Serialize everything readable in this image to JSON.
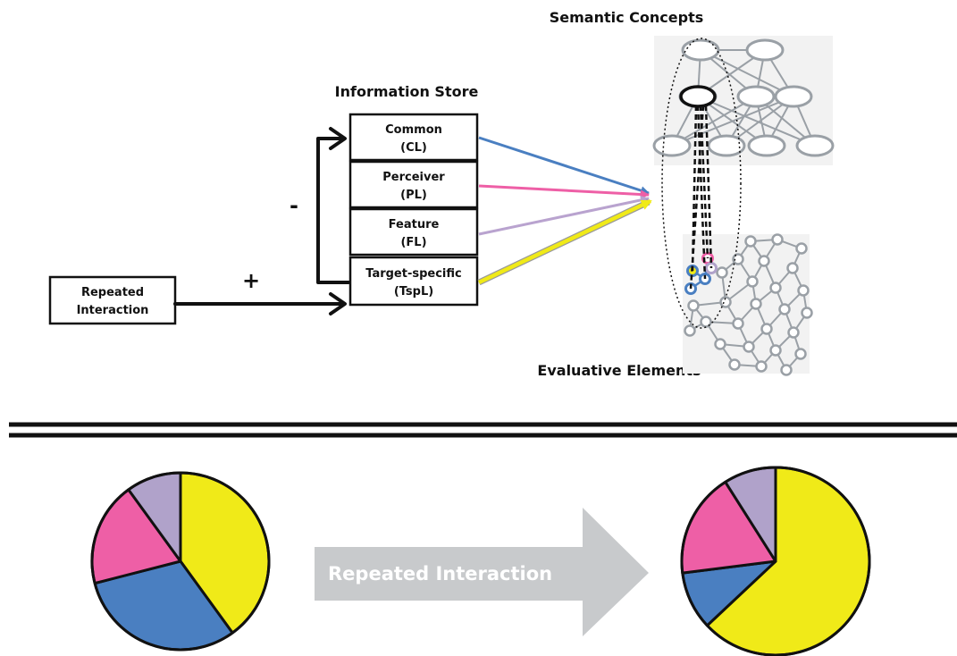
{
  "titles": {
    "information_store": "Information Store",
    "semantic_concepts": "Semantic Concepts",
    "evaluative_elements": "Evaluative Elements"
  },
  "repeated_interaction_box": {
    "line1": "Repeated",
    "line2": "Interaction"
  },
  "signs": {
    "plus": "+",
    "minus": "-"
  },
  "store_boxes": [
    {
      "line1": "Common",
      "line2": "(CL)",
      "color": "#4a7fc1"
    },
    {
      "line1": "Perceiver",
      "line2": "(PL)",
      "color": "#ee5fa6"
    },
    {
      "line1": "Feature",
      "line2": "(FL)",
      "color": "#b9a3cf"
    },
    {
      "line1": "Target-specific",
      "line2": "(TspL)",
      "color": "#f0ea18"
    }
  ],
  "banner": {
    "label": "Repeated Interaction"
  },
  "colors": {
    "yellow": "#f0ea18",
    "blue": "#4a7fc1",
    "pink": "#ee5fa6",
    "lavender": "#b0a2ca",
    "network_gray": "#9aa0a6",
    "banner_gray": "#c8cacc"
  },
  "pies": [
    {
      "slices": [
        {
          "name": "yellow",
          "fraction": 0.4
        },
        {
          "name": "blue",
          "fraction": 0.31
        },
        {
          "name": "pink",
          "fraction": 0.19
        },
        {
          "name": "lavender",
          "fraction": 0.1
        }
      ]
    },
    {
      "slices": [
        {
          "name": "yellow",
          "fraction": 0.63
        },
        {
          "name": "blue",
          "fraction": 0.1
        },
        {
          "name": "pink",
          "fraction": 0.18
        },
        {
          "name": "lavender",
          "fraction": 0.09
        }
      ]
    }
  ]
}
